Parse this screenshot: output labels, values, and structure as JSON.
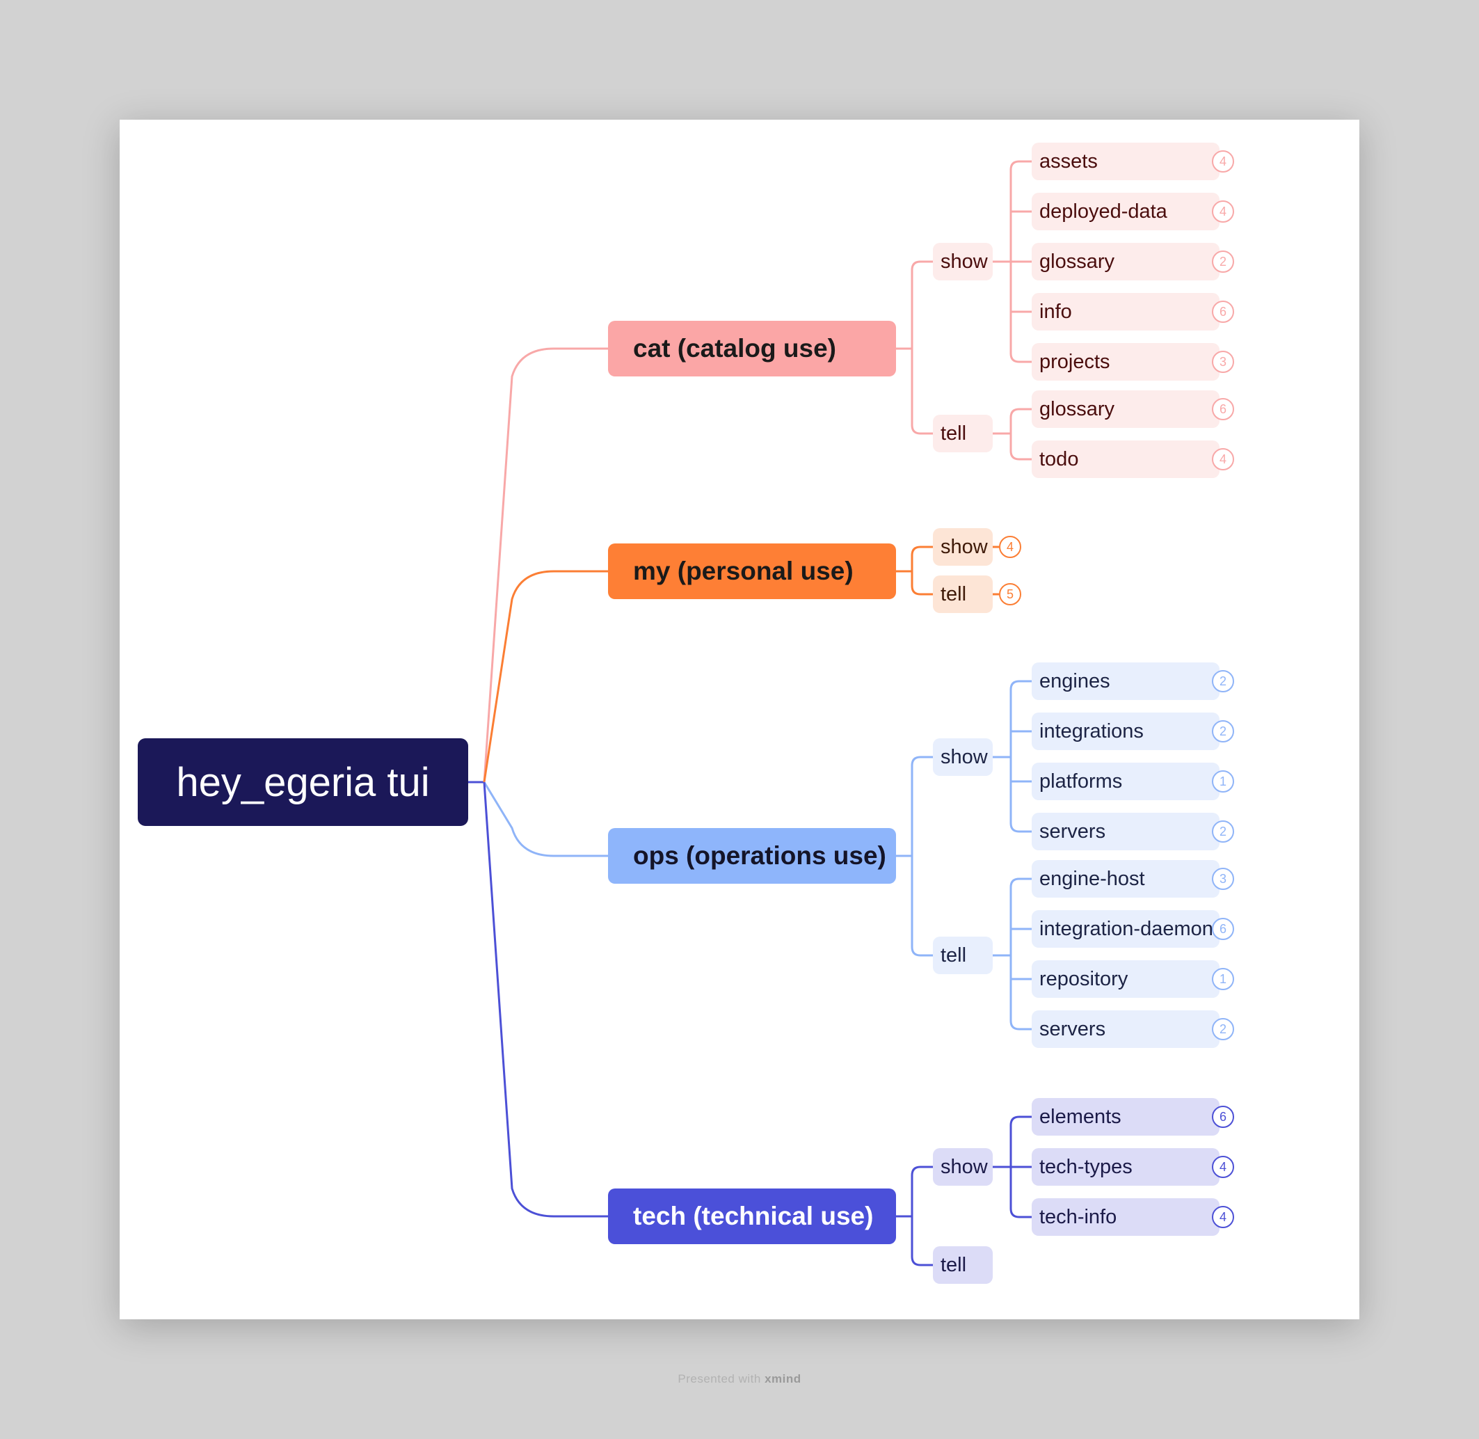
{
  "root": {
    "label": "hey_egeria tui",
    "bg": "#1b1858",
    "fg": "#ffffff"
  },
  "branches": [
    {
      "key": "cat",
      "label": "cat (catalog use)",
      "color": "#fba6a6",
      "line": "#f8a8a8",
      "main_fg": "#1a1a1a",
      "soft": "#fdeceb",
      "text": "#4a0d0d",
      "groups": [
        {
          "label": "show",
          "leaves": [
            {
              "label": "assets",
              "count": "4"
            },
            {
              "label": "deployed-data",
              "count": "4"
            },
            {
              "label": "glossary",
              "count": "2"
            },
            {
              "label": "info",
              "count": "6"
            },
            {
              "label": "projects",
              "count": "3"
            }
          ]
        },
        {
          "label": "tell",
          "leaves": [
            {
              "label": "glossary",
              "count": "6"
            },
            {
              "label": "todo",
              "count": "4"
            }
          ]
        }
      ]
    },
    {
      "key": "my",
      "label": "my (personal use)",
      "color": "#fe7f35",
      "line": "#fb7e34",
      "main_fg": "#1a1a1a",
      "soft": "#fde5d6",
      "text": "#3f1a08",
      "groups": [
        {
          "label": "show",
          "count": "4",
          "leaves": []
        },
        {
          "label": "tell",
          "count": "5",
          "leaves": []
        }
      ]
    },
    {
      "key": "ops",
      "label": "ops (operations use)",
      "color": "#8eb5fb",
      "line": "#8fb4f8",
      "main_fg": "#141428",
      "soft": "#e8effd",
      "text": "#1c2344",
      "groups": [
        {
          "label": "show",
          "leaves": [
            {
              "label": "engines",
              "count": "2"
            },
            {
              "label": "integrations",
              "count": "2"
            },
            {
              "label": "platforms",
              "count": "1"
            },
            {
              "label": "servers",
              "count": "2"
            }
          ]
        },
        {
          "label": "tell",
          "leaves": [
            {
              "label": "engine-host",
              "count": "3"
            },
            {
              "label": "integration-daemon",
              "count": "6"
            },
            {
              "label": "repository",
              "count": "1"
            },
            {
              "label": "servers",
              "count": "2"
            }
          ]
        }
      ]
    },
    {
      "key": "tech",
      "label": "tech (technical use)",
      "color": "#4b50d9",
      "line": "#4c50d6",
      "main_fg": "#ffffff",
      "soft": "#dcdcf7",
      "text": "#1b1a48",
      "groups": [
        {
          "label": "show",
          "leaves": [
            {
              "label": "elements",
              "count": "6"
            },
            {
              "label": "tech-types",
              "count": "4"
            },
            {
              "label": "tech-info",
              "count": "4"
            }
          ]
        },
        {
          "label": "tell",
          "leaves": []
        }
      ]
    }
  ],
  "footer": {
    "prefix": "Presented with",
    "brand": "xmind"
  }
}
